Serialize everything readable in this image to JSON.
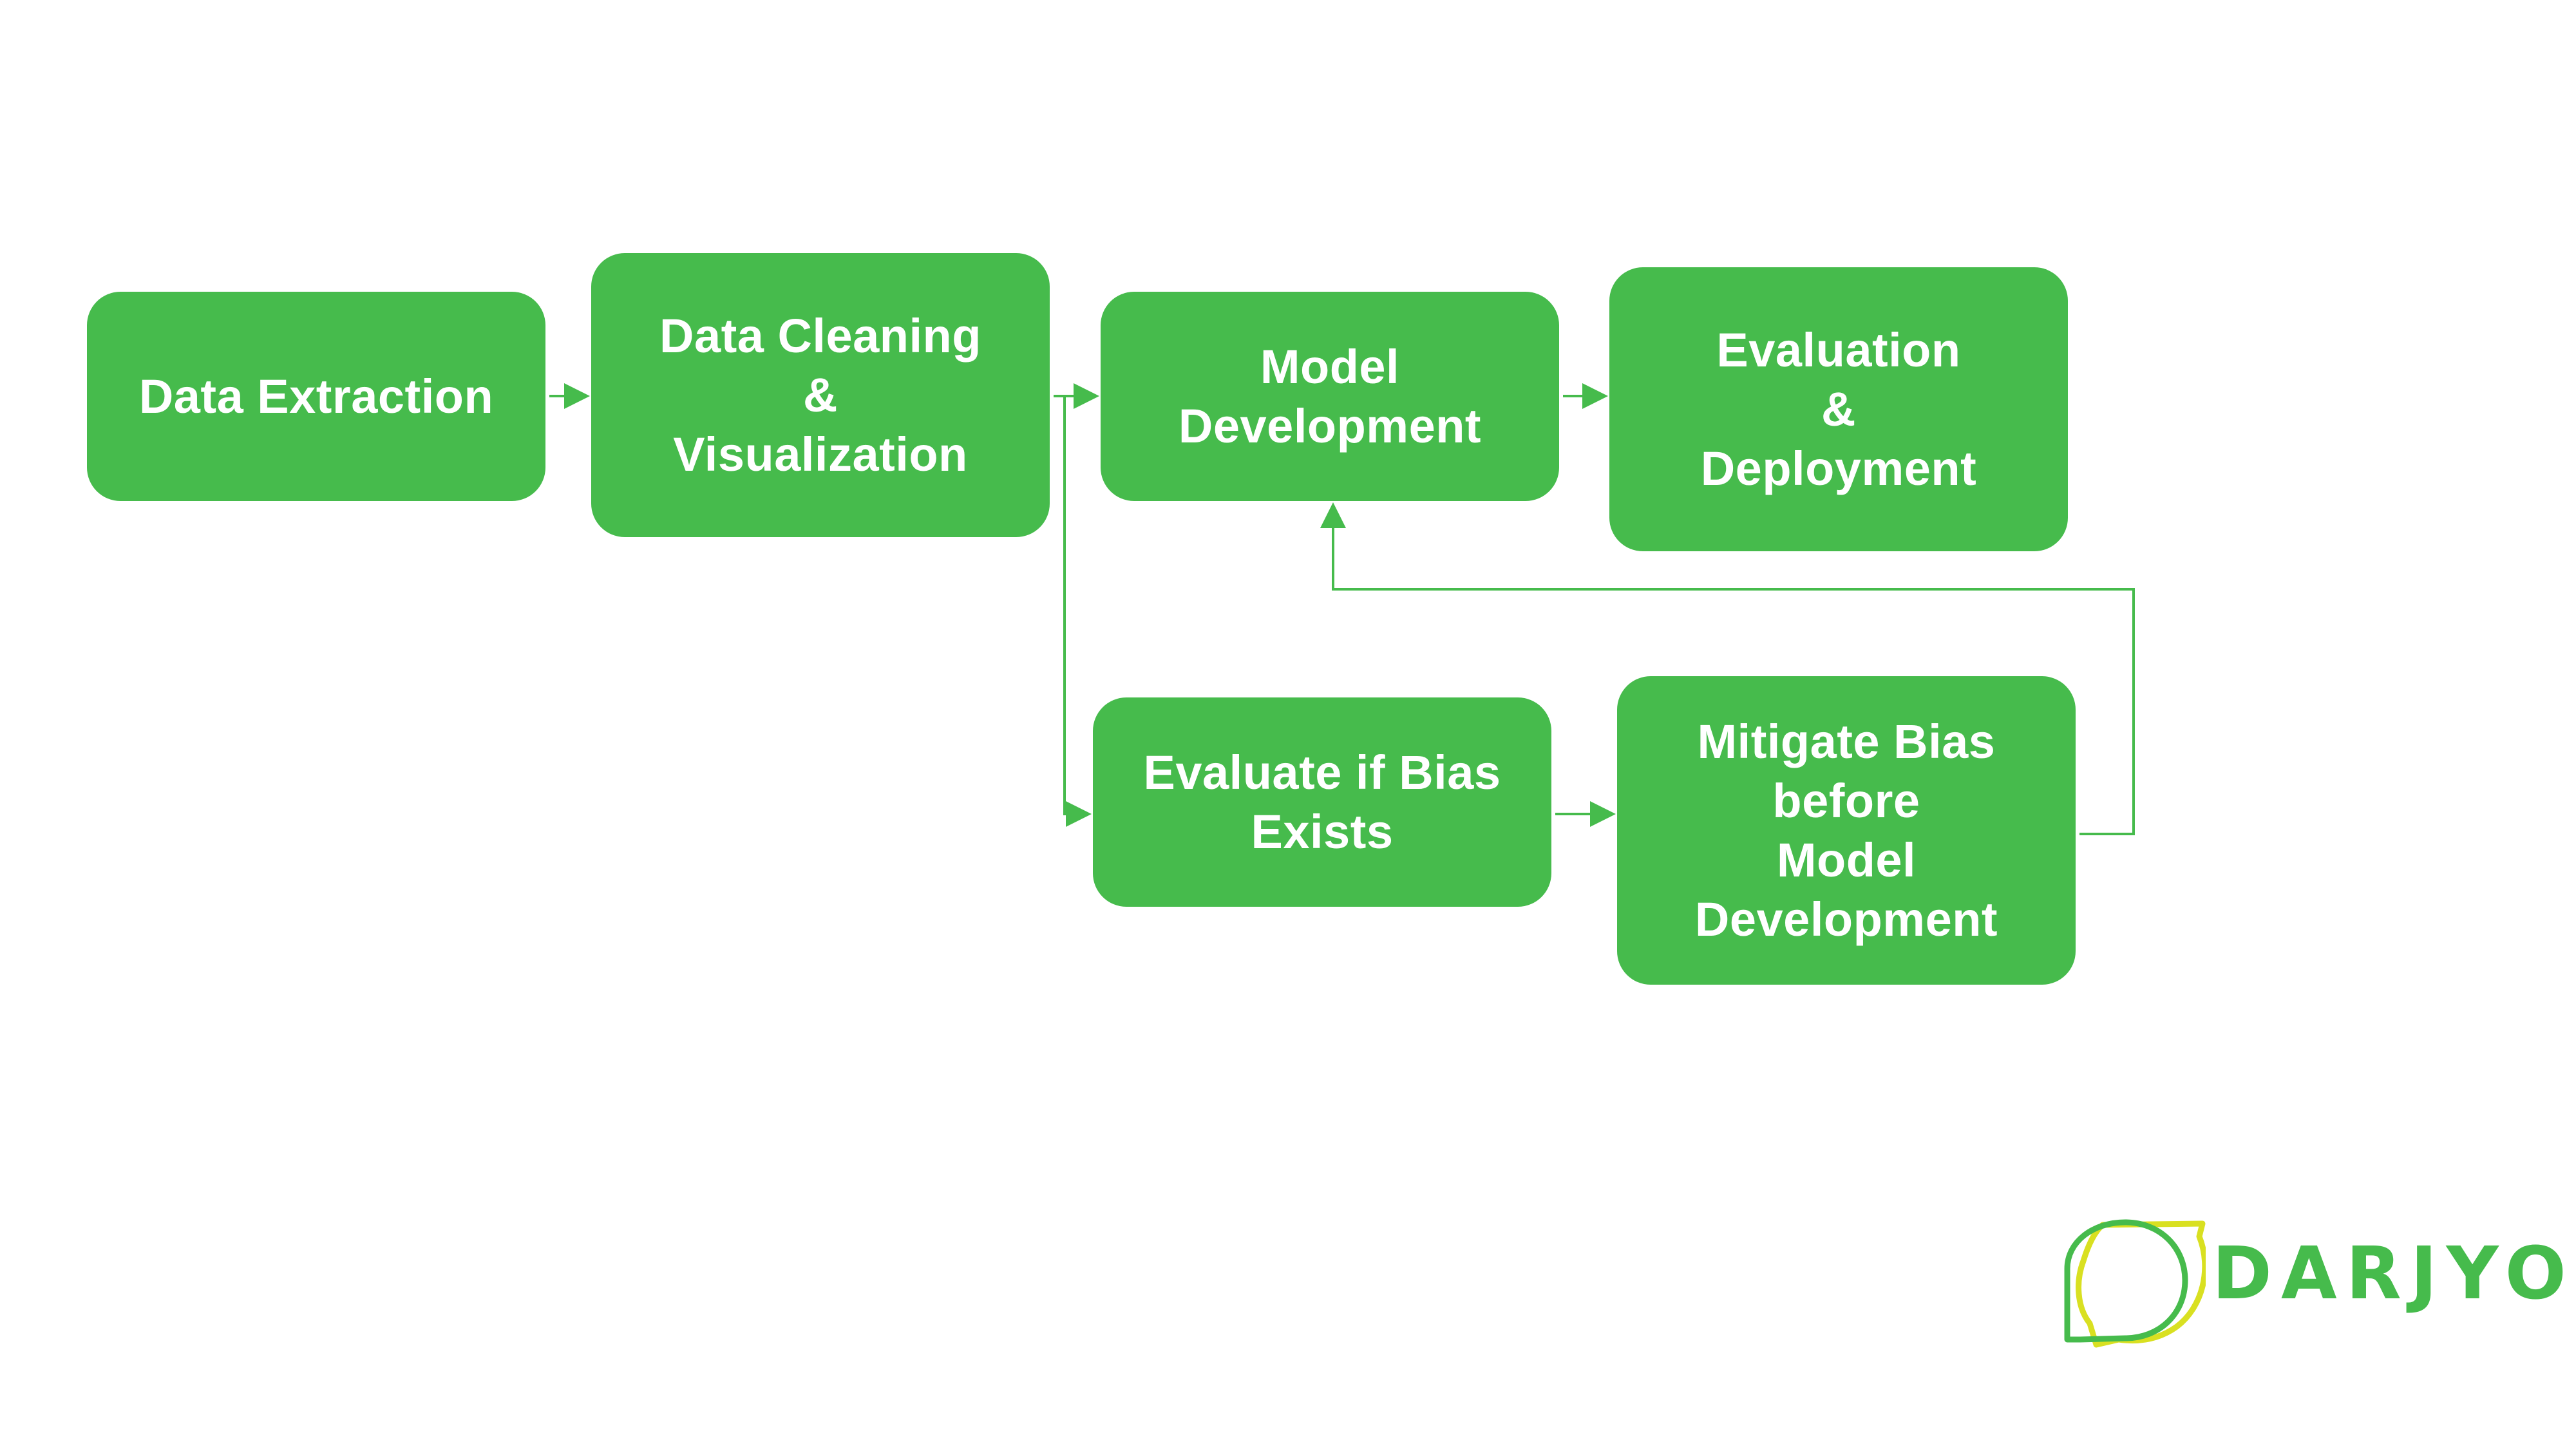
{
  "nodes": {
    "data_extraction": "Data Extraction",
    "data_cleaning": "Data Cleaning\n&\nVisualization",
    "model_development": "Model\nDevelopment",
    "evaluation_deployment": "Evaluation\n&\nDeployment",
    "evaluate_bias": "Evaluate if Bias\nExists",
    "mitigate_bias": "Mitigate Bias\nbefore\nModel\nDevelopment"
  },
  "edges": [
    {
      "from": "data_extraction",
      "to": "data_cleaning"
    },
    {
      "from": "data_cleaning",
      "to": "model_development"
    },
    {
      "from": "data_cleaning",
      "to": "evaluate_bias"
    },
    {
      "from": "model_development",
      "to": "evaluation_deployment"
    },
    {
      "from": "evaluate_bias",
      "to": "mitigate_bias"
    },
    {
      "from": "mitigate_bias",
      "to": "model_development"
    }
  ],
  "logo": {
    "text": "DARJYO"
  },
  "colors": {
    "node_fill": "#46bb4c",
    "node_text": "#ffffff",
    "connector": "#46bb4c",
    "logo_green": "#46bb4c",
    "logo_yellow": "#d9e021"
  }
}
